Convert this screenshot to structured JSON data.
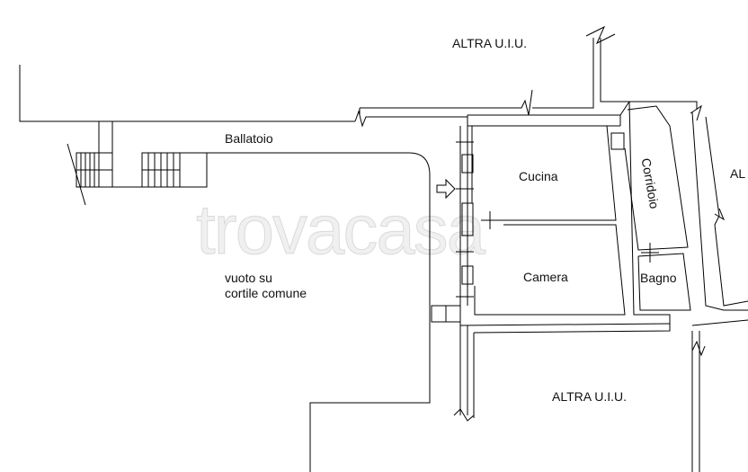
{
  "watermark": "trovacasa",
  "labels": {
    "top_unit": "ALTRA U.I.U.",
    "ballatoio": "Ballatoio",
    "cucina": "Cucina",
    "corridoio": "Corridoio",
    "right_unit_cut": "AL",
    "camera": "Camera",
    "bagno": "Bagno",
    "void_line1": "vuoto su",
    "void_line2": "cortile comune",
    "bottom_unit": "ALTRA U.I.U."
  }
}
